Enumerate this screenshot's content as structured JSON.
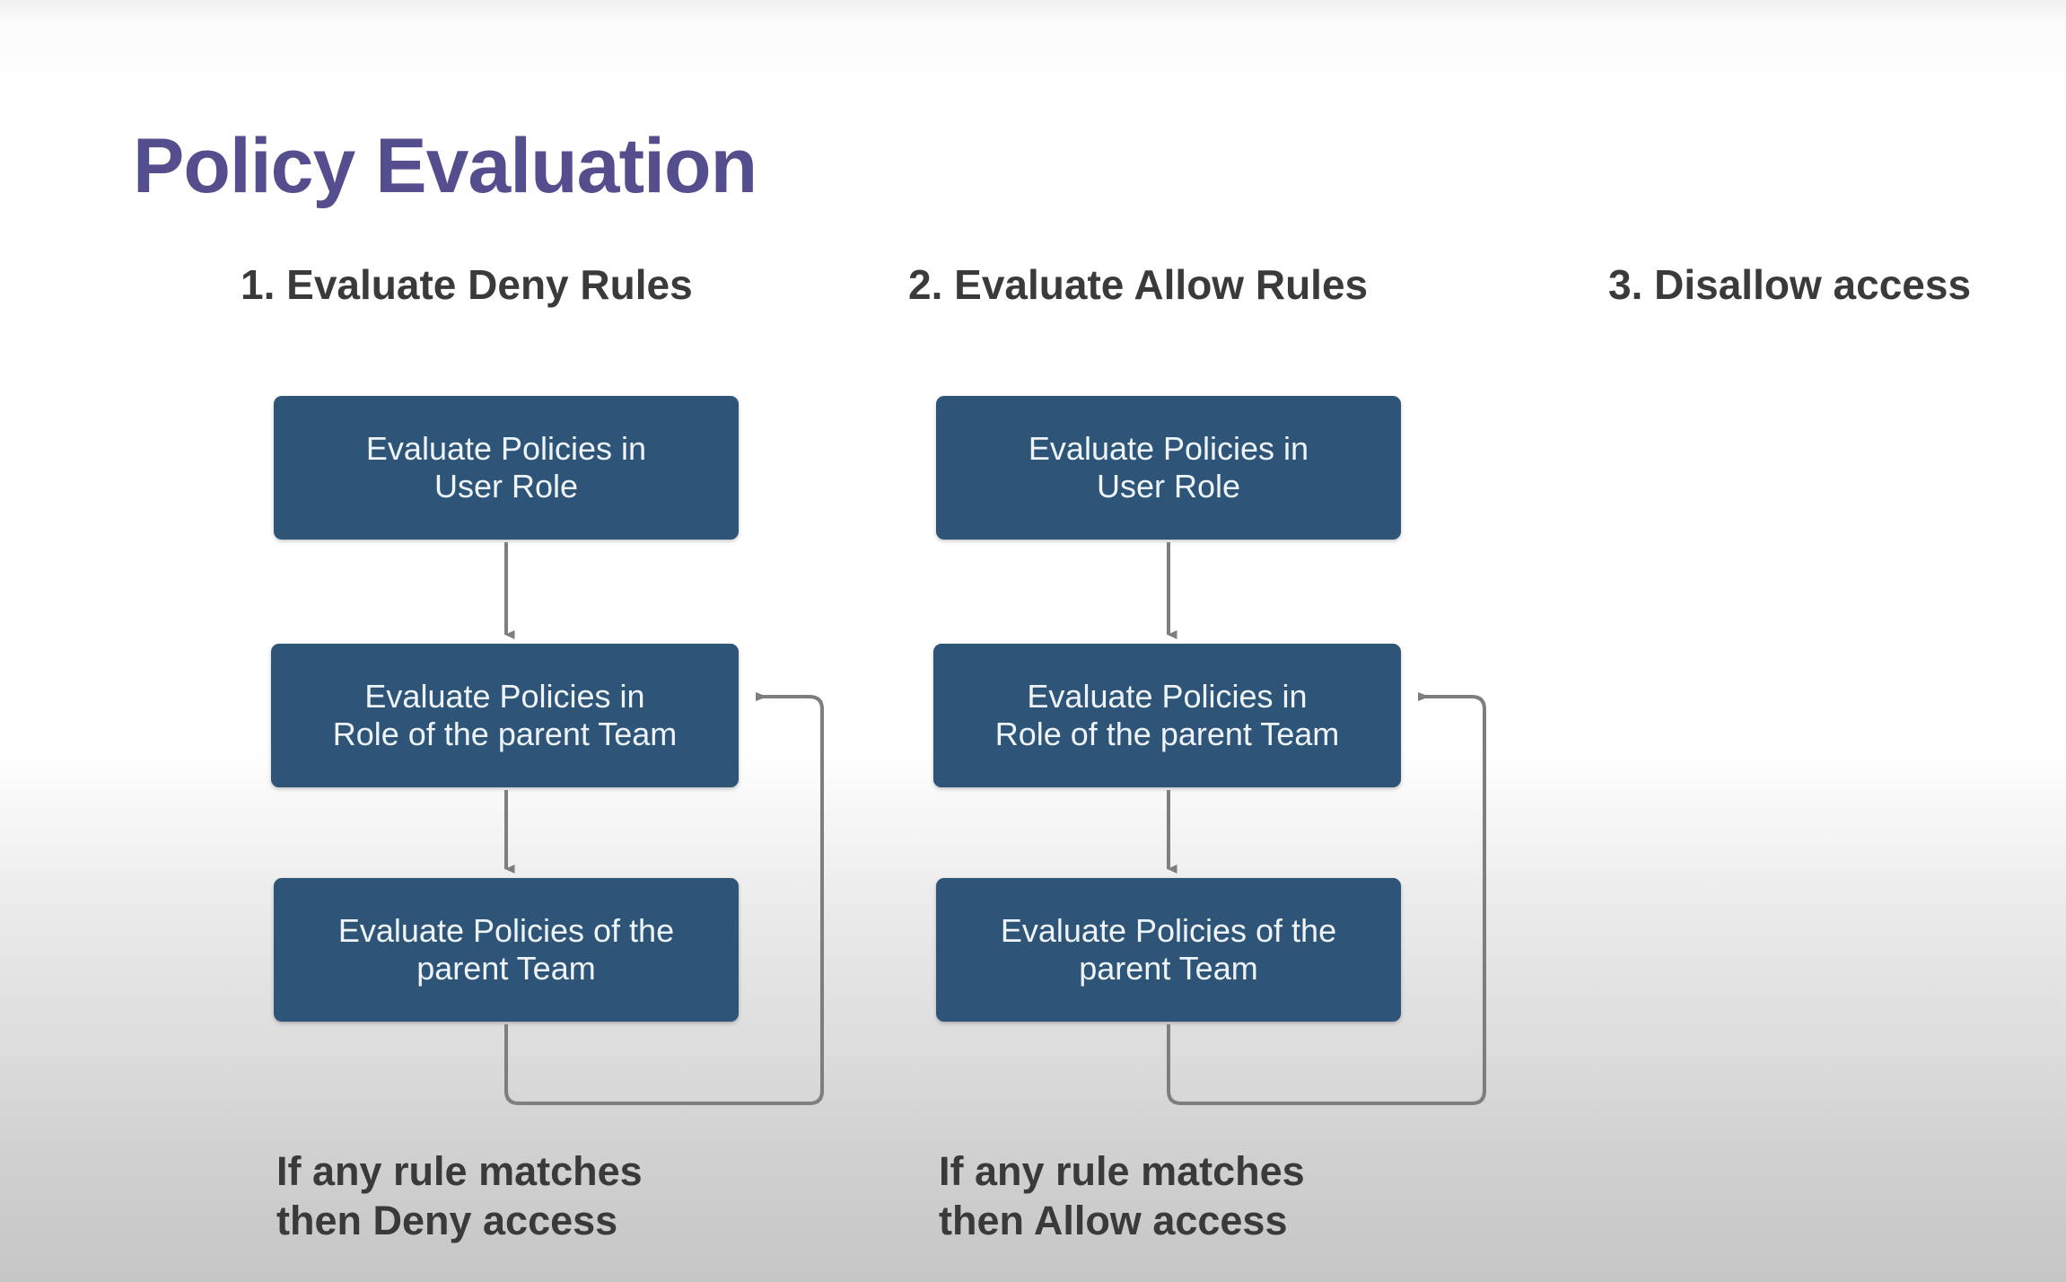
{
  "slide": {
    "title": "Policy Evaluation",
    "title_color": "#554E8E",
    "box_color": "#2E5578",
    "box_text_color": "#EEF4FA",
    "heading_color": "#3A3A3A",
    "connector_color": "#7E7E7E",
    "background": "white-to-gray vertical gradient"
  },
  "columns": [
    {
      "heading": "1. Evaluate Deny Rules",
      "steps": [
        "Evaluate Policies in\nUser Role",
        "Evaluate Policies in\nRole of the parent Team",
        "Evaluate Policies of the\nparent Team"
      ],
      "footnote": "If any rule matches\nthen Deny access"
    },
    {
      "heading": "2. Evaluate Allow Rules",
      "steps": [
        "Evaluate Policies in\nUser Role",
        "Evaluate Policies in\nRole of the parent Team",
        "Evaluate Policies of the\nparent Team"
      ],
      "footnote": "If any rule matches\nthen Allow access"
    },
    {
      "heading": "3. Disallow access",
      "steps": [],
      "footnote": ""
    }
  ]
}
